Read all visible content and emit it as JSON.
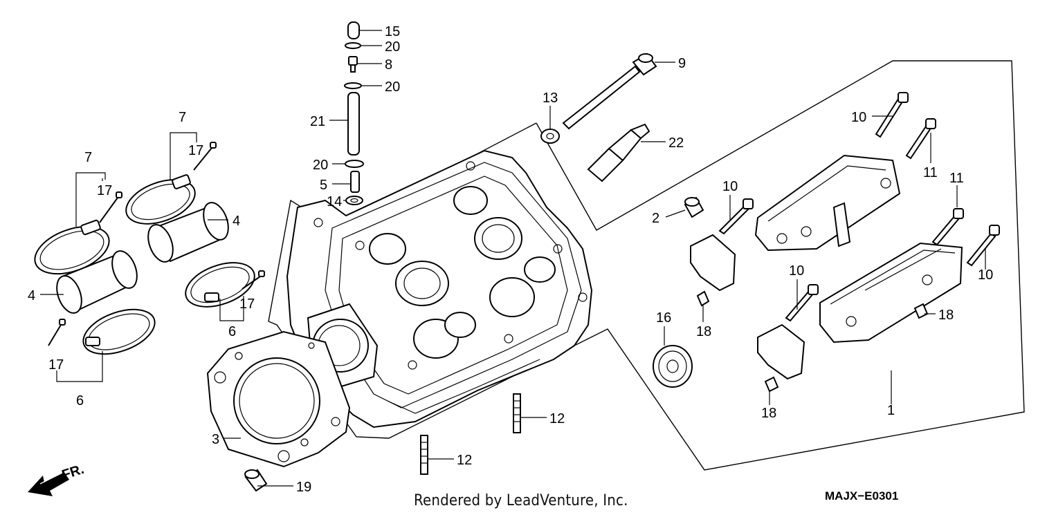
{
  "callouts": [
    {
      "id": "c15a",
      "text": "15"
    },
    {
      "id": "c20a",
      "text": "20"
    },
    {
      "id": "c8",
      "text": "8"
    },
    {
      "id": "c20b",
      "text": "20"
    },
    {
      "id": "c21",
      "text": "21"
    },
    {
      "id": "c20c",
      "text": "20"
    },
    {
      "id": "c5",
      "text": "5"
    },
    {
      "id": "c14",
      "text": "14"
    },
    {
      "id": "c9",
      "text": "9"
    },
    {
      "id": "c13",
      "text": "13"
    },
    {
      "id": "c22",
      "text": "22"
    },
    {
      "id": "c10a",
      "text": "10"
    },
    {
      "id": "c11a",
      "text": "11"
    },
    {
      "id": "c10b",
      "text": "10"
    },
    {
      "id": "c2",
      "text": "2"
    },
    {
      "id": "c11b",
      "text": "11"
    },
    {
      "id": "c10c",
      "text": "10"
    },
    {
      "id": "c10d",
      "text": "10"
    },
    {
      "id": "c18a",
      "text": "18"
    },
    {
      "id": "c18b",
      "text": "18"
    },
    {
      "id": "c18c",
      "text": "18"
    },
    {
      "id": "c16",
      "text": "16"
    },
    {
      "id": "c1",
      "text": "1"
    },
    {
      "id": "c12a",
      "text": "12"
    },
    {
      "id": "c12b",
      "text": "12"
    },
    {
      "id": "c3",
      "text": "3"
    },
    {
      "id": "c19",
      "text": "19"
    },
    {
      "id": "c7a",
      "text": "7"
    },
    {
      "id": "c17a",
      "text": "17"
    },
    {
      "id": "c4a",
      "text": "4"
    },
    {
      "id": "c17b",
      "text": "17"
    },
    {
      "id": "c6a",
      "text": "6"
    },
    {
      "id": "c7b",
      "text": "7"
    },
    {
      "id": "c17c",
      "text": "17"
    },
    {
      "id": "c4b",
      "text": "4"
    },
    {
      "id": "c17d",
      "text": "17"
    },
    {
      "id": "c6b",
      "text": "6"
    }
  ],
  "front_marker": "FR.",
  "credit": "Rendered by LeadVenture, Inc.",
  "diagram_code": "MAJX−E0301"
}
